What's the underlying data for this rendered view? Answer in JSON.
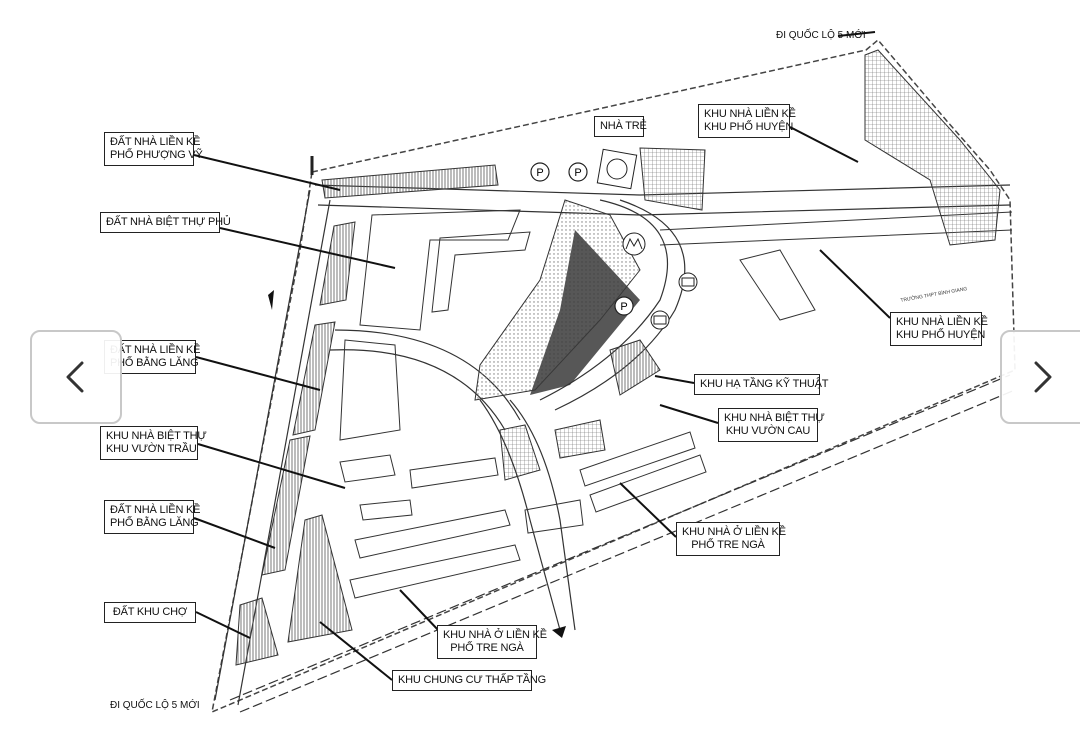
{
  "map": {
    "labels": {
      "top_road": "ĐI QUỐC LỘ 5 MỚI",
      "bottom_road": "ĐI QUỐC LỘ 5 MỚI",
      "school": "TRƯỜNG THPT BÌNH GIANG",
      "l1": [
        "ĐẤT NHÀ LIỀN KỀ",
        "PHỐ PHƯỢNG VỸ"
      ],
      "l2": [
        "ĐẤT NHÀ BIỆT THỰ PHỦ"
      ],
      "l3": [
        "ĐẤT NHÀ LIỀN KỀ",
        "PHỐ BẰNG LĂNG"
      ],
      "l4": [
        "KHU NHÀ BIỆT THỰ",
        "KHU VƯỜN TRẦU"
      ],
      "l5": [
        "ĐẤT NHÀ LIỀN KỀ",
        "PHỐ BẰNG LĂNG"
      ],
      "l6": [
        "ĐẤT KHU CHỢ"
      ],
      "l7": [
        "KHU NHÀ Ở LIỀN KỀ",
        "PHỐ TRE NGÀ"
      ],
      "l8": [
        "KHU CHUNG CƯ THẤP TẦNG"
      ],
      "l9": [
        "NHÀ TRẺ"
      ],
      "l10": [
        "KHU NHÀ LIỀN KỀ",
        "KHU PHỐ HUYỆN"
      ],
      "l11": [
        "KHU NHÀ LIỀN KỀ",
        "KHU PHỐ HUYỆN"
      ],
      "l12": [
        "KHU HẠ TẦNG KỸ THUẬT"
      ],
      "l13": [
        "KHU NHÀ BIỆT THỰ",
        "KHU VƯỜN CAU"
      ],
      "l14": [
        "KHU NHÀ Ở LIỀN KỀ",
        "PHỐ TRE NGÀ"
      ]
    },
    "parking_symbol": "P"
  },
  "nav": {
    "prev_icon": "chevron-left-icon",
    "next_icon": "chevron-right-icon"
  }
}
